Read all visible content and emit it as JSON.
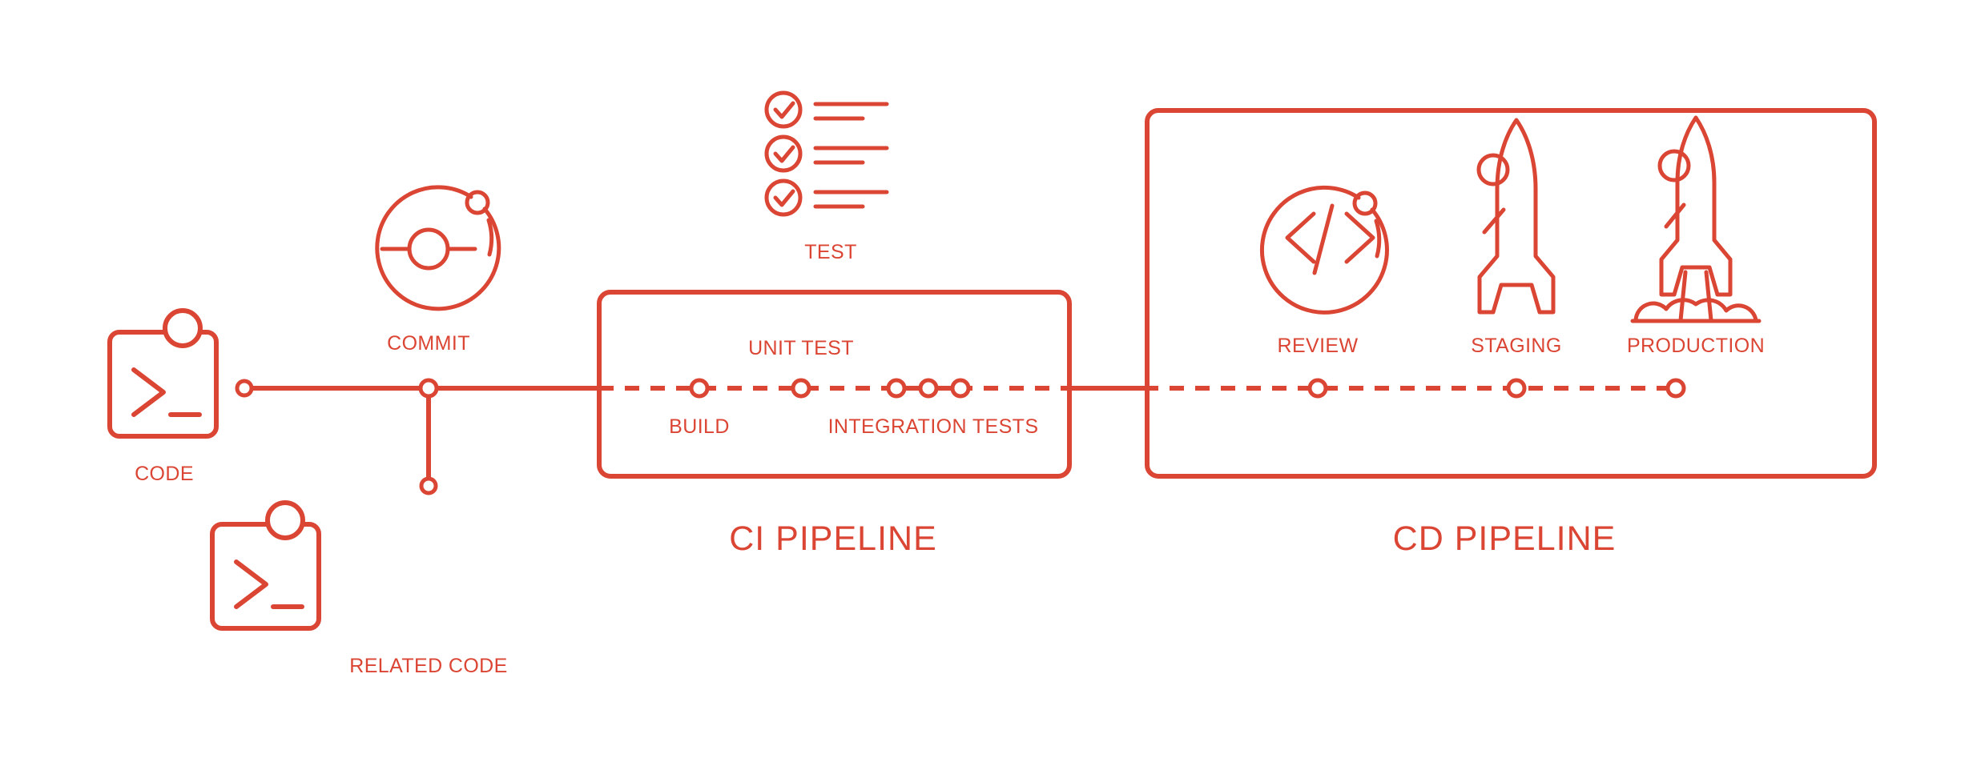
{
  "meta": {
    "accent_color": "#DB4534",
    "background_color": "#FFFFFF",
    "diagram_type": "ci-cd-pipeline-flow"
  },
  "nodes": {
    "code": {
      "label": "CODE",
      "icon": "terminal-code-icon"
    },
    "commit": {
      "label": "COMMIT",
      "icon": "commit-orbit-icon"
    },
    "related_code": {
      "label": "RELATED CODE",
      "icon": "terminal-code-icon"
    },
    "test": {
      "label": "TEST",
      "icon": "checklist-icon",
      "check_rows": 3
    }
  },
  "ci_pipeline": {
    "title": "CI PIPELINE",
    "stages": [
      {
        "label": "BUILD",
        "position": "below"
      },
      {
        "label": "UNIT TEST",
        "position": "above"
      },
      {
        "label": "INTEGRATION TESTS",
        "position": "below",
        "node_count": 3
      }
    ]
  },
  "cd_pipeline": {
    "title": "CD PIPELINE",
    "stages": [
      {
        "label": "REVIEW",
        "icon": "code-review-circle-icon"
      },
      {
        "label": "STAGING",
        "icon": "rocket-icon"
      },
      {
        "label": "PRODUCTION",
        "icon": "rocket-launch-icon"
      }
    ]
  }
}
